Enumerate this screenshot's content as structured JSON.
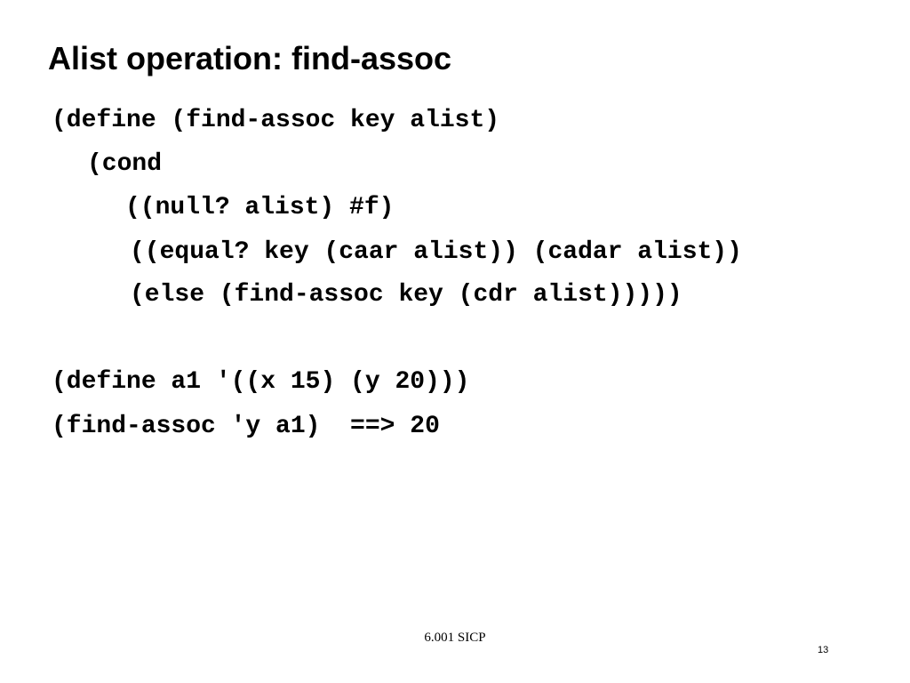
{
  "slide": {
    "title": "Alist operation: find-assoc",
    "code": {
      "line1": "(define (find-assoc key alist)",
      "line2": "(cond",
      "line3": "((null? alist) #f)",
      "line4": "((equal? key (caar alist)) (cadar alist))",
      "line5": "(else (find-assoc key (cdr alist)))))",
      "line6": "(define a1 '((x 15) (y 20)))",
      "line7": "(find-assoc 'y a1)  ==> 20"
    },
    "footer": "6.001 SICP",
    "page_number": "13"
  }
}
